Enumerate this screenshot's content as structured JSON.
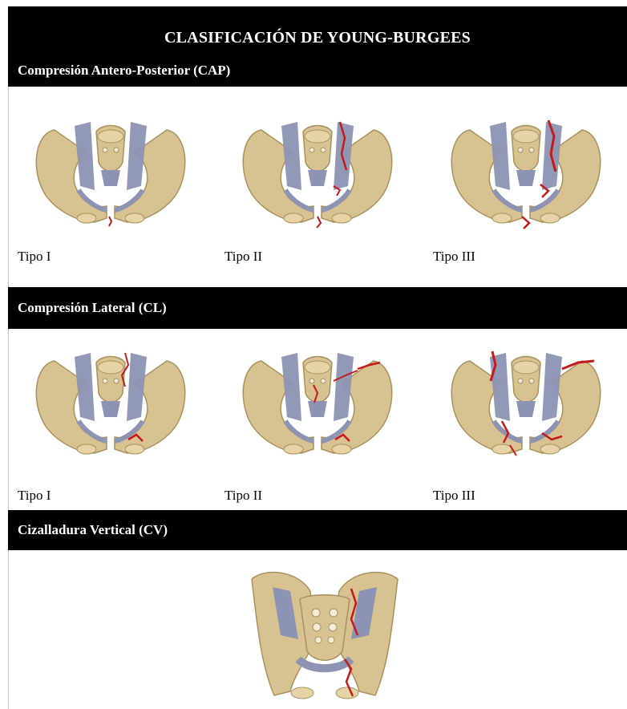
{
  "header": {
    "title": "CLASIFICACIÓN DE YOUNG-BURGEES"
  },
  "sections": {
    "cap": {
      "title": "Compresión Antero-Posterior (CAP)",
      "captions": [
        "Tipo I",
        "Tipo II",
        "Tipo III"
      ]
    },
    "cl": {
      "title": "Compresión Lateral (CL)",
      "captions": [
        "Tipo I",
        "Tipo II",
        "Tipo III"
      ]
    },
    "cv": {
      "title": "Cizalladura Vertical (CV)"
    }
  },
  "colors": {
    "bone": "#d8c290",
    "bone_shadow": "#a8915f",
    "ligament": "#8c93b3",
    "fracture": "#c41a1a",
    "band": "#000000"
  },
  "icons": {
    "pelvis": "pelvis-illustration-icon",
    "fracture": "fracture-line-icon"
  }
}
